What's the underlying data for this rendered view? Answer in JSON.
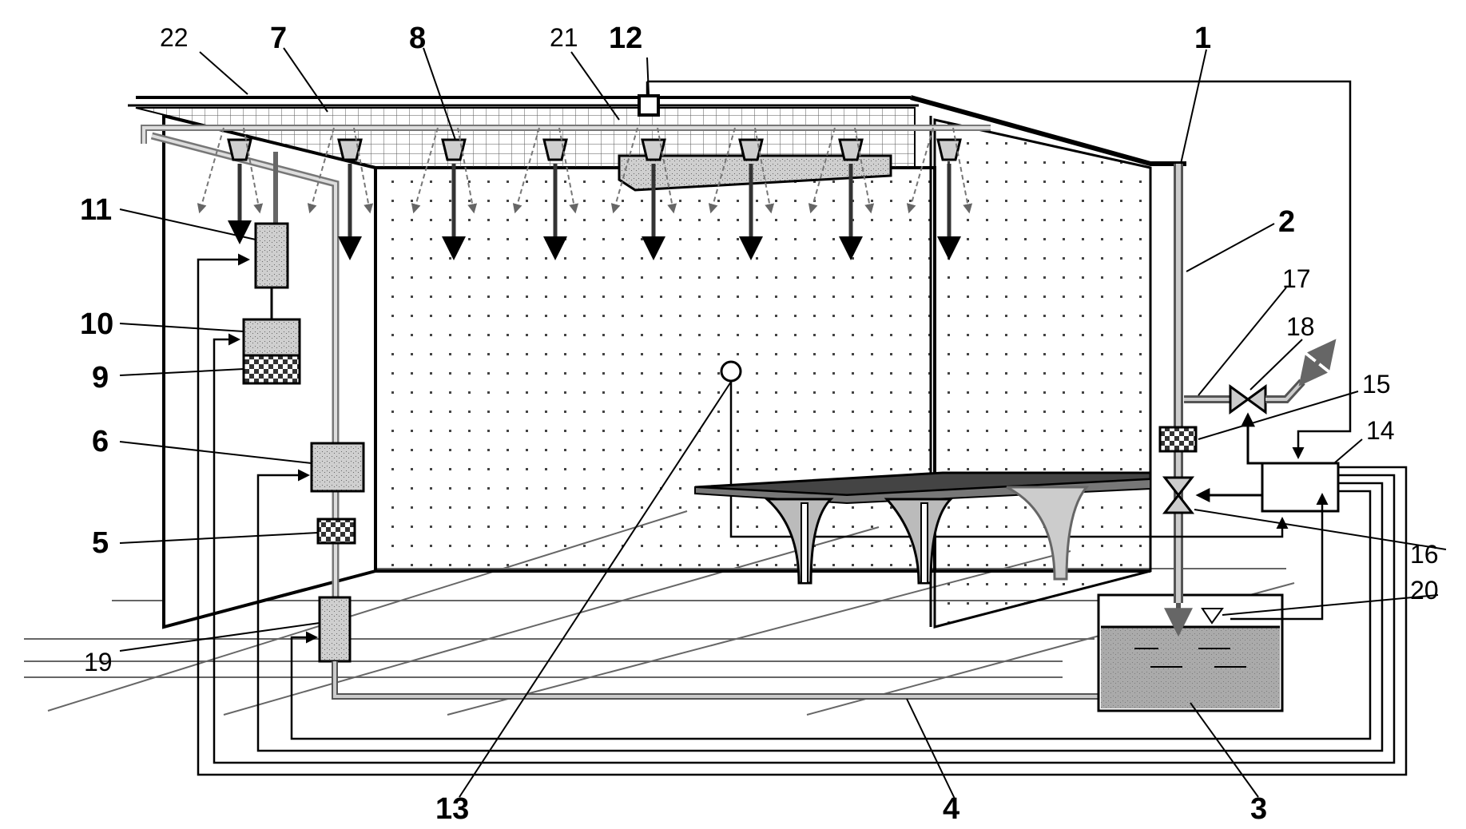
{
  "labels": {
    "l1": "1",
    "l2": "2",
    "l3": "3",
    "l4": "4",
    "l5": "5",
    "l6": "6",
    "l7": "7",
    "l8": "8",
    "l9": "9",
    "l10": "10",
    "l11": "11",
    "l12": "12",
    "l13": "13",
    "l14": "14",
    "l15": "15",
    "l16": "16",
    "l17": "17",
    "l18": "18",
    "l19": "19",
    "l20": "20",
    "l21": "21",
    "l22": "22"
  },
  "colors": {
    "line": "#000000",
    "pipe": "#bfbfbf",
    "water": "#8c8c8c",
    "dot": "#444444",
    "box": "#d9d9d9"
  }
}
